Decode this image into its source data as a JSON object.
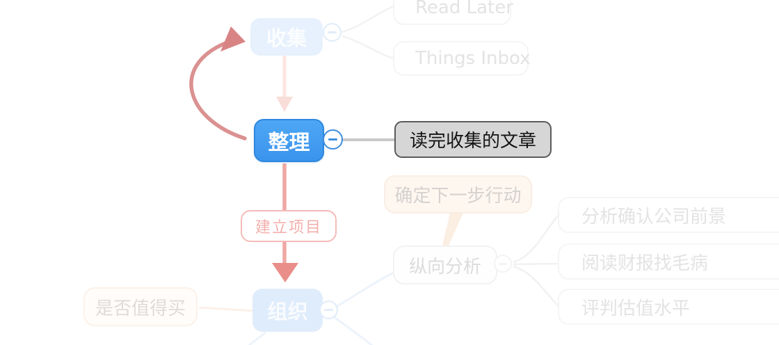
{
  "app": {
    "type": "mind-map-canvas",
    "selected_node": "读完收集的文章"
  },
  "colors": {
    "accent-blue": "#3f9cef",
    "accent-blue-border": "#2d87df",
    "selected-bg": "#d6d6d6",
    "selected-border": "#5a5a5c",
    "arrow-pink": "#db9191",
    "arrow-pink-strong": "#e98e88",
    "arrow-pink-faint": "#fbe5e1",
    "link-label-pink": "#f3afac",
    "connector-gray": "#c9c9cb",
    "faded-blue-bg": "#e7f1fd",
    "faded-cream-border": "#faeee4"
  },
  "nodes": {
    "collect": {
      "label": "收集"
    },
    "read_later": {
      "label": "Read Later"
    },
    "things_inbox": {
      "label": "Things Inbox"
    },
    "organize": {
      "label": "整理"
    },
    "selected_topic": {
      "label": "读完收集的文章"
    },
    "next_action": {
      "label": "确定下一步行动"
    },
    "vertical_analysis": {
      "label": "纵向分析"
    },
    "worth_buying": {
      "label": "是否值得买"
    },
    "organization": {
      "label": "组织"
    },
    "company_prospects": {
      "label": "分析确认公司前景"
    },
    "read_financials": {
      "label": "阅读财报找毛病"
    },
    "valuation": {
      "label": "评判估值水平"
    }
  },
  "connections": {
    "loop_arrow_label": "",
    "flow_label": {
      "label": "建立项目"
    }
  }
}
